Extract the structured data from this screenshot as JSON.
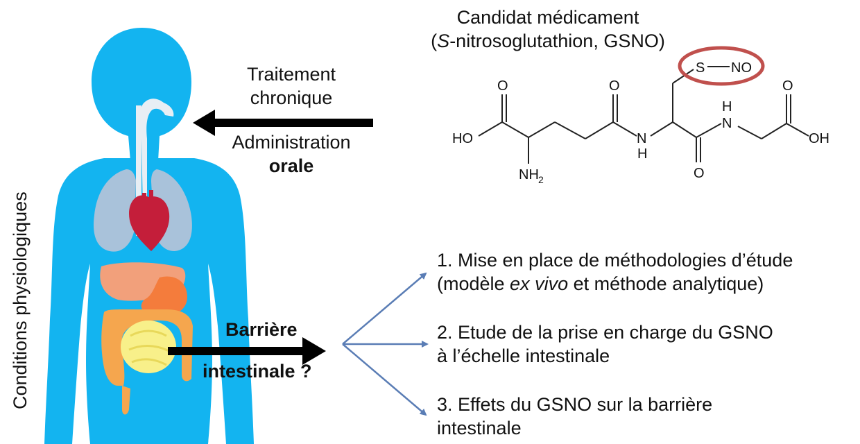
{
  "side_label": "Conditions physiologiques",
  "drug": {
    "title_line1": "Candidat médicament",
    "title_prefix_italic": "S",
    "title_line2_rest": "-nitrosoglutathion, GSNO)",
    "title_line2_open": "(",
    "group_highlight": "S—NO"
  },
  "molecule": {
    "atoms": {
      "O1": "O",
      "HO": "HO",
      "NH2": "NH",
      "NH2_sub": "2",
      "O2": "O",
      "N1": "N",
      "H1": "H",
      "S": "S",
      "NO": "NO",
      "H2": "H",
      "N2": "N",
      "O3": "O",
      "O4": "O",
      "OH": "OH"
    }
  },
  "treatment": {
    "line1": "Traitement",
    "line2": "chronique",
    "line3": "Administration",
    "line4_bold": "orale"
  },
  "barrier": {
    "line1": "Barrière",
    "line2": "intestinale ?"
  },
  "steps": [
    {
      "line1": "1. Mise en place de méthodologies d’étude",
      "line2_a": "(modèle ",
      "line2_italic": "ex vivo",
      "line2_b": " et méthode analytique)"
    },
    {
      "line1": "2. Etude de la prise en charge du GSNO",
      "line2": "à l’échelle intestinale"
    },
    {
      "line1": "3. Effets du GSNO sur la barrière",
      "line2": "intestinale"
    }
  ],
  "colors": {
    "body": "#13b4f0",
    "airway": "#e8eef4",
    "lungs": "#a9c2da",
    "heart": "#c41e3a",
    "liver": "#f2a07b",
    "stomach": "#f47c3c",
    "small_intestine": "#f8f08a",
    "large_intestine": "#f5a64e",
    "arrow_black": "#000000",
    "arrow_blue": "#5a7db5",
    "highlight_ring": "#c0504d"
  }
}
